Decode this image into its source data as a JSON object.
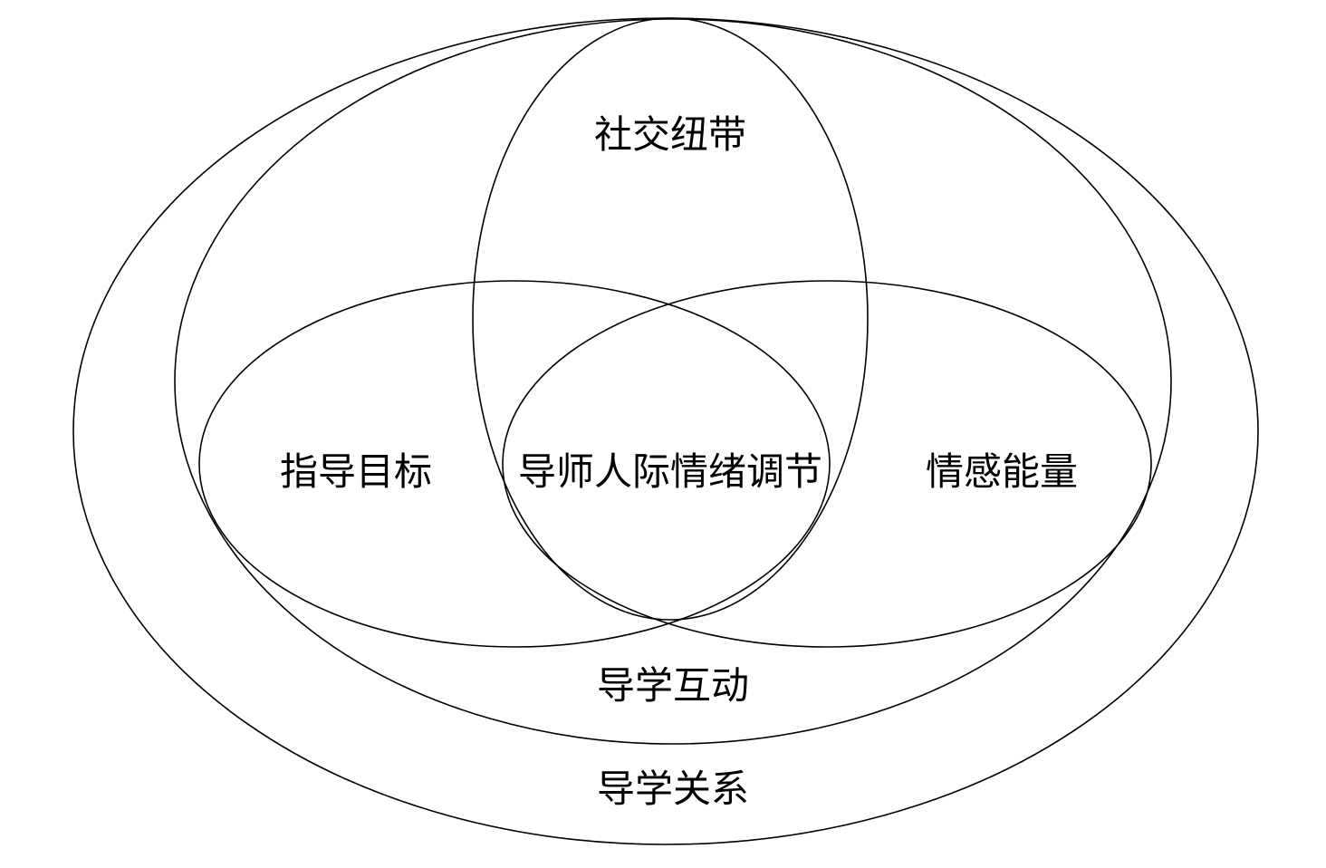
{
  "labels": {
    "outer": "导学关系",
    "interaction": "导学互动",
    "social_bond": "社交纽带",
    "guidance_goal": "指导目标",
    "emotional_energy": "情感能量",
    "core": "导师人际情绪调节"
  }
}
